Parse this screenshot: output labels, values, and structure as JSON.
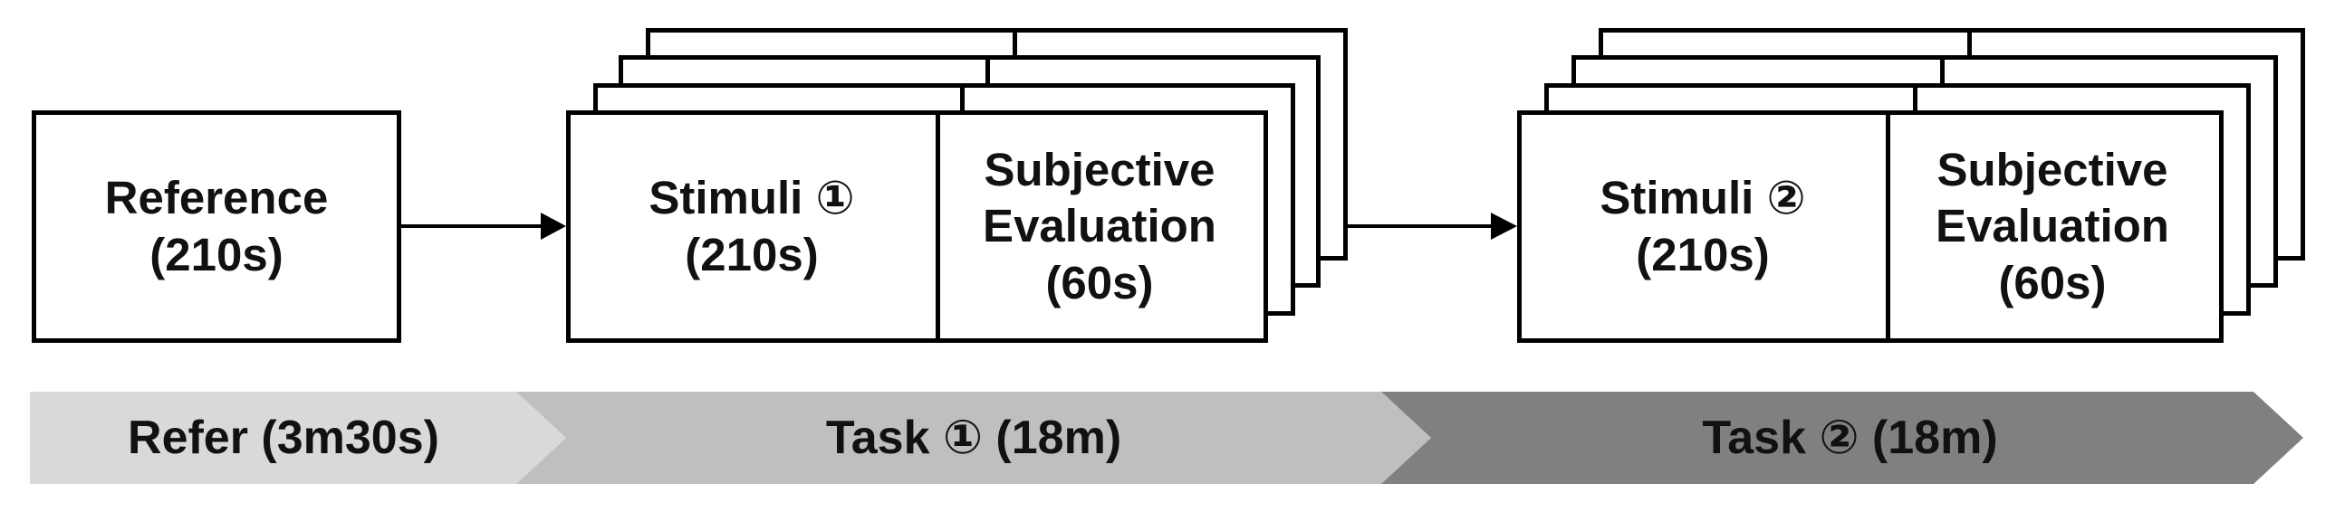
{
  "reference": {
    "line1": "Reference",
    "line2": "(210s)"
  },
  "task1": {
    "stimuli": {
      "line1": "Stimuli ①",
      "line2": "(210s)"
    },
    "evaluation": {
      "line1": "Subjective",
      "line2": "Evaluation",
      "line3": "(60s)"
    }
  },
  "task2": {
    "stimuli": {
      "line1": "Stimuli ②",
      "line2": "(210s)"
    },
    "evaluation": {
      "line1": "Subjective",
      "line2": "Evaluation",
      "line3": "(60s)"
    }
  },
  "timeline": [
    {
      "label": "Refer (3m30s)",
      "color": "#d9d9d9"
    },
    {
      "label": "Task ① (18m)",
      "color": "#bfbfbf"
    },
    {
      "label": "Task ② (18m)",
      "color": "#808080"
    }
  ]
}
